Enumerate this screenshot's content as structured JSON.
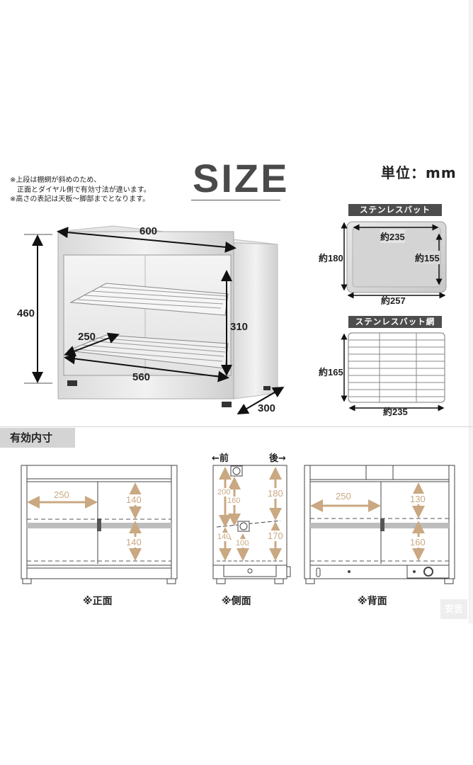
{
  "header": {
    "title": "SIZE",
    "unit_label": "単位：mm",
    "notes": [
      "※上段は棚網が斜めのため、",
      "　正面とダイヤル側で有効寸法が違います。",
      "※高さの表記は天板〜脚部までとなります。"
    ]
  },
  "main_product": {
    "width": "600",
    "height": "460",
    "depth": "300",
    "inner_width": "560",
    "inner_height": "310",
    "shelf_depth": "250"
  },
  "tray": {
    "label": "ステンレスバット",
    "inner_width": "約235",
    "inner_depth": "約155",
    "outer_depth": "約180",
    "outer_width": "約257"
  },
  "tray_rack": {
    "label": "ステンレスバット網",
    "depth": "約165",
    "width": "約235"
  },
  "effective_section": {
    "title": "有効内寸",
    "front": {
      "caption": "※正面",
      "width": "250",
      "upper_height": "140",
      "lower_height": "140"
    },
    "side": {
      "caption": "※側面",
      "front_label": "←前",
      "back_label": "後→",
      "front_upper_outer": "200",
      "front_upper_inner": "160",
      "front_lower_outer": "140",
      "front_lower_inner": "100",
      "back_upper": "180",
      "back_lower": "170"
    },
    "back": {
      "caption": "※背面",
      "width": "250",
      "upper_height": "130",
      "lower_height": "160"
    }
  },
  "watermark": "安吉",
  "colors": {
    "label_bar": "#4d4d4d",
    "dimension_arrow": "#c9a882",
    "shelf_gray": "#bdbdbd",
    "title_gray": "#4a4a4a"
  }
}
